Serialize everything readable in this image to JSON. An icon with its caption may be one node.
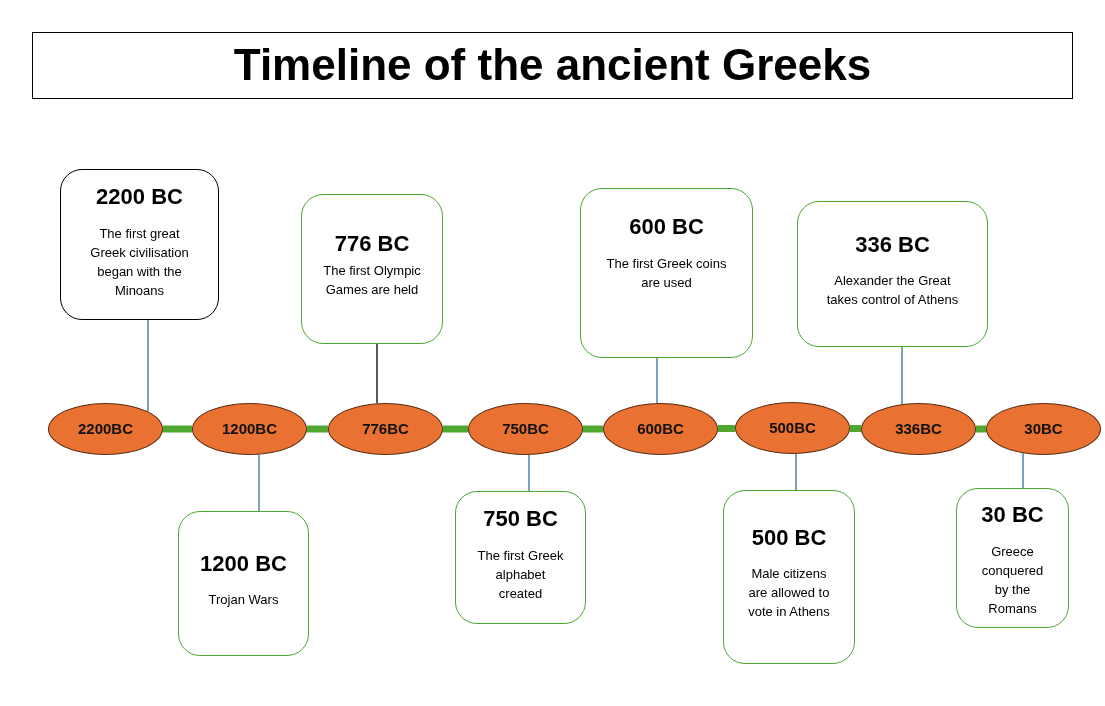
{
  "diagram": {
    "title": "Timeline of the ancient Greeks",
    "nodes": [
      {
        "text": [
          "2200 BC",
          "The first great Greek civilisation began with the Minoans"
        ]
      },
      {
        "text": [
          "776 BC",
          "The first Olympic Games are held"
        ]
      },
      {
        "text": [
          "600 BC",
          "The first Greek coins are used"
        ]
      },
      {
        "text": [
          "336 BC",
          "Alexander the Great takes control of Athens"
        ]
      },
      {
        "text": [
          "2200BC"
        ]
      },
      {
        "text": [
          "1200BC"
        ]
      },
      {
        "text": [
          "776BC"
        ]
      },
      {
        "text": [
          "750BC"
        ]
      },
      {
        "text": [
          "600BC"
        ]
      },
      {
        "text": [
          "500BC"
        ]
      },
      {
        "text": [
          "336BC"
        ]
      },
      {
        "text": [
          "30BC"
        ]
      },
      {
        "text": [
          "1200 BC",
          "Trojan Wars"
        ]
      },
      {
        "text": [
          "750 BC",
          "The first Greek alphabet created"
        ]
      },
      {
        "text": [
          "500 BC",
          "Male citizens are allowed to vote in Athens"
        ]
      },
      {
        "text": [
          "30 BC",
          "Greece conquered by the Romans"
        ]
      }
    ],
    "edges": [
      {
        "from": 4,
        "to": 5,
        "arrow": "none",
        "style": "thick",
        "color": "#4ea72e"
      },
      {
        "from": 5,
        "to": 6,
        "arrow": "none",
        "style": "thick",
        "color": "#4ea72e"
      },
      {
        "from": 6,
        "to": 7,
        "arrow": "none",
        "style": "thick",
        "color": "#4ea72e"
      },
      {
        "from": 7,
        "to": 8,
        "arrow": "none",
        "style": "thick",
        "color": "#4ea72e"
      },
      {
        "from": 8,
        "to": 9,
        "arrow": "none",
        "style": "thick",
        "color": "#4ea72e"
      },
      {
        "from": 9,
        "to": 10,
        "arrow": "none",
        "style": "thick",
        "color": "#4ea72e"
      },
      {
        "from": 10,
        "to": 11,
        "arrow": "none",
        "style": "thick",
        "color": "#4ea72e"
      },
      {
        "from": 0,
        "to": 4,
        "arrow": "none",
        "color": "#31709e"
      },
      {
        "from": 12,
        "to": 5,
        "arrow": "none",
        "color": "#31709e"
      },
      {
        "from": 1,
        "to": 6,
        "arrow": "none",
        "color": "#000000"
      },
      {
        "from": 13,
        "to": 7,
        "arrow": "none",
        "color": "#31709e"
      },
      {
        "from": 2,
        "to": 8,
        "arrow": "none",
        "color": "#31709e"
      },
      {
        "from": 14,
        "to": 9,
        "arrow": "none",
        "color": "#31709e"
      },
      {
        "from": 3,
        "to": 10,
        "arrow": "none",
        "color": "#31709e"
      },
      {
        "from": 15,
        "to": 11,
        "arrow": "none",
        "color": "#31709e"
      }
    ]
  }
}
